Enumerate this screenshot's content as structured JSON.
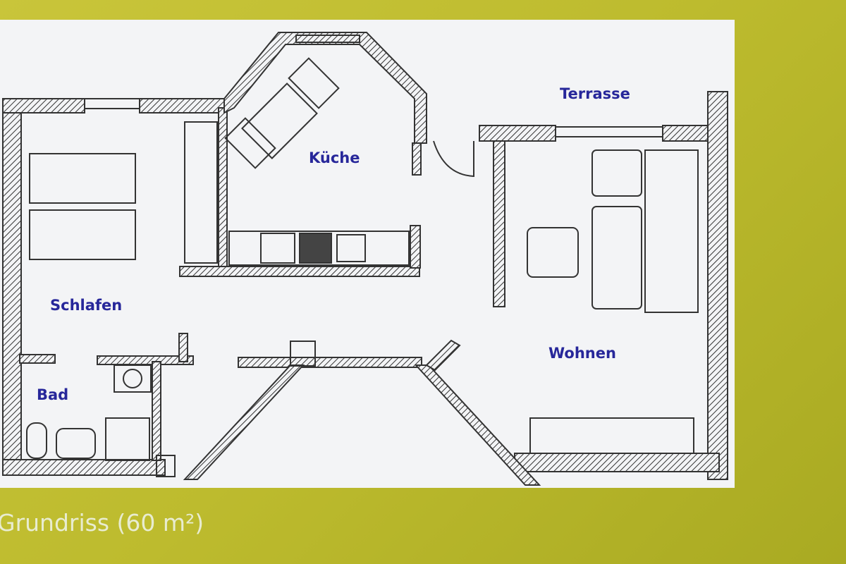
{
  "plan": {
    "rooms": {
      "terrasse": "Terrasse",
      "kueche": "Küche",
      "schlafen": "Schlafen",
      "bad": "Bad",
      "wohnen": "Wohnen"
    },
    "colors": {
      "label": "#27279a",
      "wall": "#333333",
      "background": "#bdbb2e"
    }
  },
  "caption": "Grundriss (60 m²)"
}
